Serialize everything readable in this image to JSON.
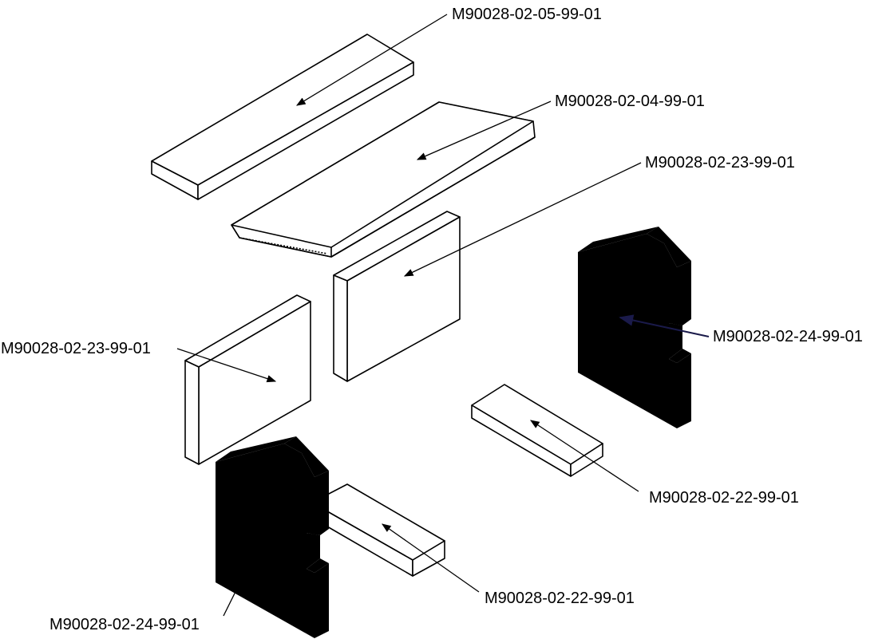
{
  "title": "Exploded view of refractory panel kit",
  "parts": [
    {
      "id": "top-board",
      "label": "M90028-02-05-99-01"
    },
    {
      "id": "baffle-board",
      "label": "M90028-02-04-99-01"
    },
    {
      "id": "back-panel-center",
      "label": "M90028-02-23-99-01"
    },
    {
      "id": "back-panel-left",
      "label": "M90028-02-23-99-01"
    },
    {
      "id": "side-gable-right",
      "label": "M90028-02-24-99-01"
    },
    {
      "id": "bottom-block-right",
      "label": "M90028-02-22-99-01"
    },
    {
      "id": "bottom-block-left",
      "label": "M90028-02-22-99-01"
    },
    {
      "id": "side-gable-left",
      "label": "M90028-02-24-99-01"
    }
  ],
  "colors": {
    "line": "#000000",
    "leader_highlight": "#1a1a4a",
    "background": "#ffffff"
  }
}
